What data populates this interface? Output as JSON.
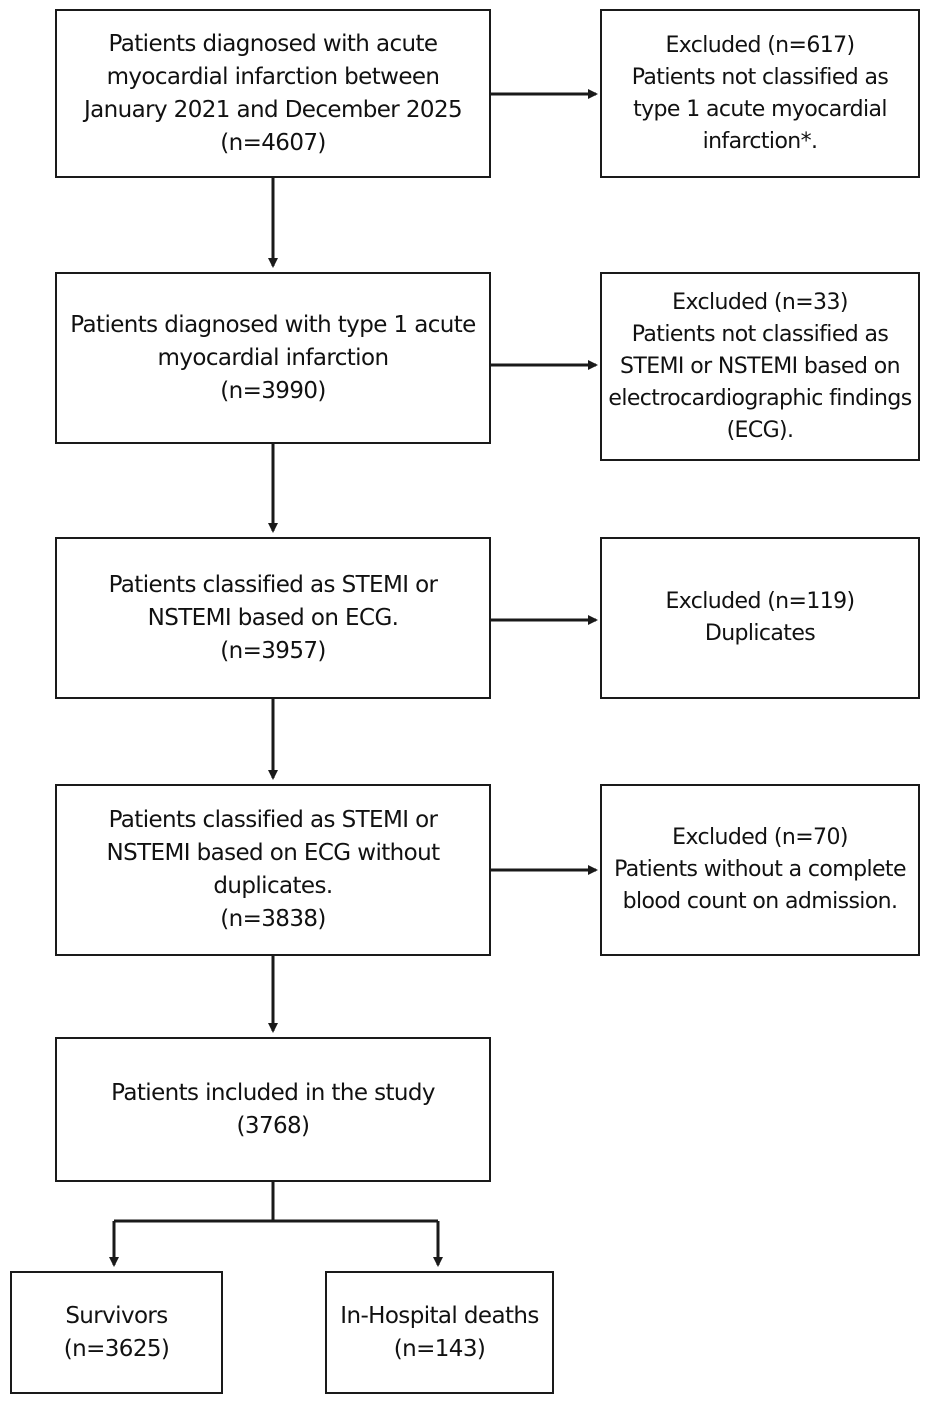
{
  "flow": {
    "step1": {
      "lines": [
        "Patients diagnosed with acute",
        "myocardial infarction between",
        "January 2021 and December 2025",
        "(n=4607)"
      ]
    },
    "excl1": {
      "lines": [
        "Excluded (n=617)",
        "Patients not classified as",
        "type 1 acute myocardial",
        "infarction*."
      ]
    },
    "step2": {
      "lines": [
        "Patients diagnosed with type 1 acute",
        "myocardial infarction",
        "(n=3990)"
      ]
    },
    "excl2": {
      "lines": [
        "Excluded (n=33)",
        "Patients not classified as",
        "STEMI or NSTEMI based on",
        "electrocardiographic findings",
        "(ECG)."
      ]
    },
    "step3": {
      "lines": [
        "Patients classified as STEMI or",
        "NSTEMI based on ECG.",
        "(n=3957)"
      ]
    },
    "excl3": {
      "lines": [
        "Excluded (n=119)",
        "Duplicates"
      ]
    },
    "step4": {
      "lines": [
        "Patients classified as STEMI or",
        "NSTEMI based on ECG without",
        "duplicates.",
        "(n=3838)"
      ]
    },
    "excl4": {
      "lines": [
        "Excluded (n=70)",
        "Patients without a complete",
        "blood count on admission."
      ]
    },
    "step5": {
      "lines": [
        "Patients included in the study",
        "(3768)"
      ]
    },
    "outcome_survivors": {
      "lines": [
        "Survivors",
        "(n=3625)"
      ]
    },
    "outcome_deaths": {
      "lines": [
        "In-Hospital deaths",
        "(n=143)"
      ]
    }
  },
  "colors": {
    "stroke": "#1a1a1a",
    "background": "#ffffff",
    "text": "#111111"
  }
}
